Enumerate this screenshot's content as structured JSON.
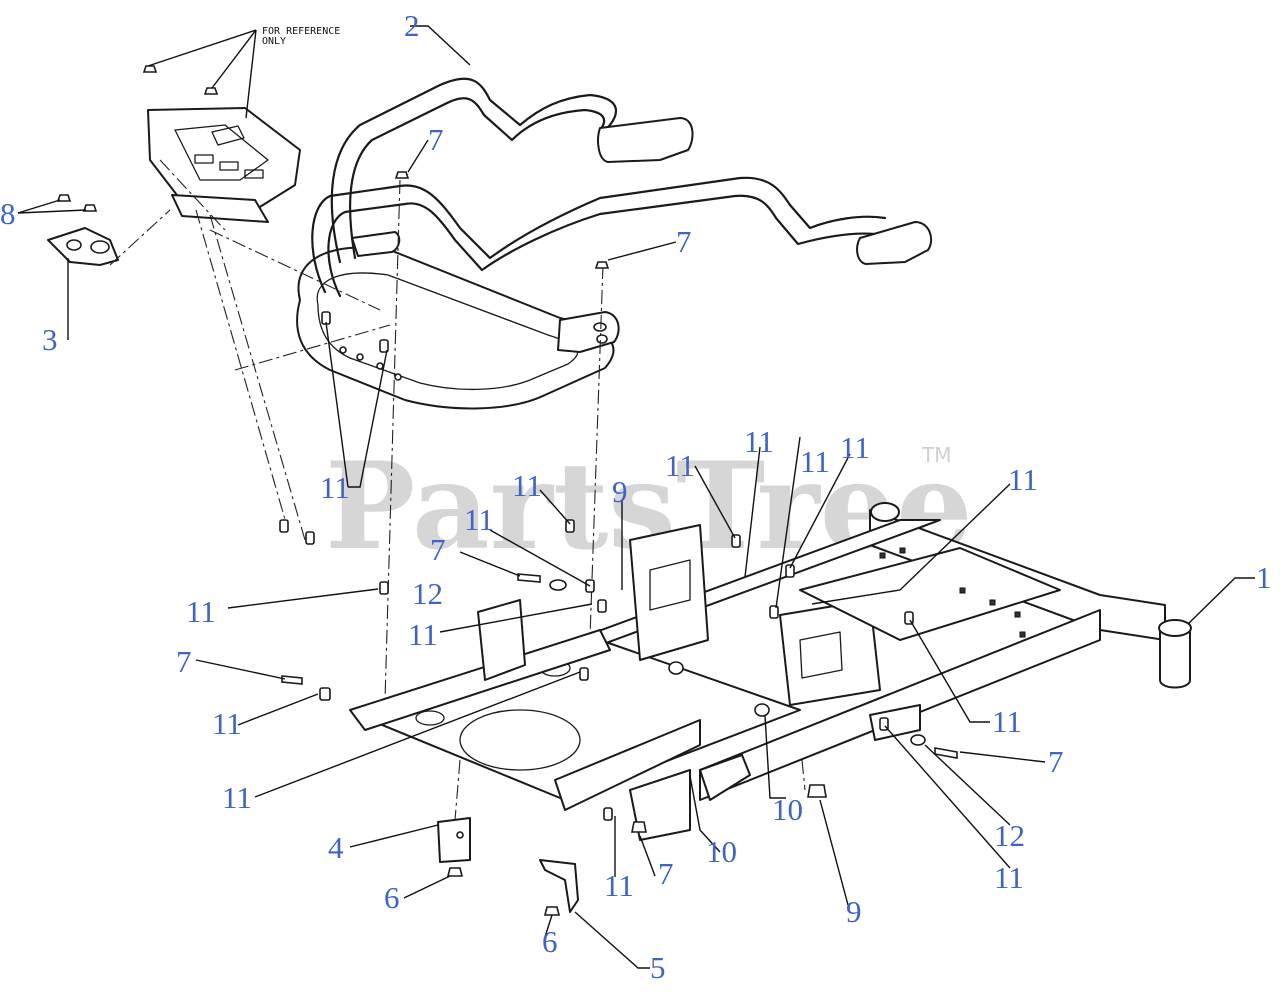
{
  "watermark": {
    "text": "PartsTree",
    "tm": "TM"
  },
  "reference_note": {
    "line1": "FOR REFERENCE",
    "line2": "ONLY"
  },
  "callouts": [
    {
      "id": "c1",
      "label": "1"
    },
    {
      "id": "c2",
      "label": "2"
    },
    {
      "id": "c3",
      "label": "3"
    },
    {
      "id": "c4",
      "label": "4"
    },
    {
      "id": "c5",
      "label": "5"
    },
    {
      "id": "c6a",
      "label": "6"
    },
    {
      "id": "c6b",
      "label": "6"
    },
    {
      "id": "c7a",
      "label": "7"
    },
    {
      "id": "c7b",
      "label": "7"
    },
    {
      "id": "c7c",
      "label": "7"
    },
    {
      "id": "c7d",
      "label": "7"
    },
    {
      "id": "c7e",
      "label": "7"
    },
    {
      "id": "c7f",
      "label": "7"
    },
    {
      "id": "c8",
      "label": "8"
    },
    {
      "id": "c9a",
      "label": "9"
    },
    {
      "id": "c9b",
      "label": "9"
    },
    {
      "id": "c10a",
      "label": "10"
    },
    {
      "id": "c10b",
      "label": "10"
    },
    {
      "id": "c11a",
      "label": "11"
    },
    {
      "id": "c11b",
      "label": "11"
    },
    {
      "id": "c11c",
      "label": "11"
    },
    {
      "id": "c11d",
      "label": "11"
    },
    {
      "id": "c11e",
      "label": "11"
    },
    {
      "id": "c11f",
      "label": "11"
    },
    {
      "id": "c11g",
      "label": "11"
    },
    {
      "id": "c11h",
      "label": "11"
    },
    {
      "id": "c11i",
      "label": "11"
    },
    {
      "id": "c11j",
      "label": "11"
    },
    {
      "id": "c11k",
      "label": "11"
    },
    {
      "id": "c11l",
      "label": "11"
    },
    {
      "id": "c11m",
      "label": "11"
    },
    {
      "id": "c11n",
      "label": "11"
    },
    {
      "id": "c12a",
      "label": "12"
    },
    {
      "id": "c12b",
      "label": "12"
    }
  ],
  "colors": {
    "callout": "#3f63c6",
    "line": "#1a1a1a",
    "watermark": "#cfcfcf"
  }
}
